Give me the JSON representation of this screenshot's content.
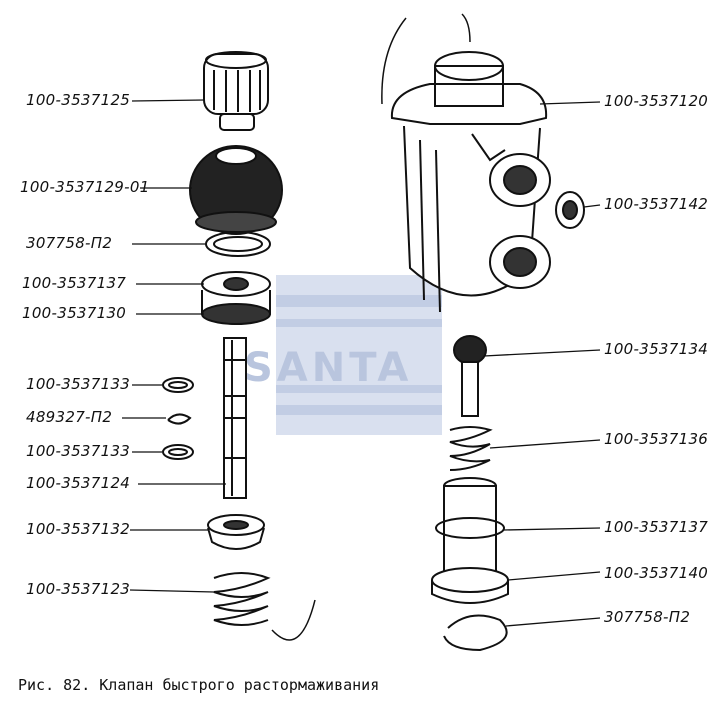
{
  "labels": {
    "l1": "100-3537125",
    "l2": "100-3537129-01",
    "l3": "307758-П2",
    "l4": "100-3537137",
    "l5": "100-3537130",
    "l6": "100-3537133",
    "l7": "489327-П2",
    "l8": "100-3537133",
    "l9": "100-3537124",
    "l10": "100-3537132",
    "l11": "100-3537123",
    "r1": "100-3537120",
    "r2": "100-3537142",
    "r3": "100-3537134",
    "r4": "100-3537136",
    "r5": "100-3537137",
    "r6": "100-3537140",
    "r7": "307758-П2"
  },
  "caption": "Рис. 82. Клапан быстрого растормаживания",
  "watermark": "SANTA",
  "colors": {
    "ink": "#111111",
    "watermark": "#b9c5de"
  }
}
